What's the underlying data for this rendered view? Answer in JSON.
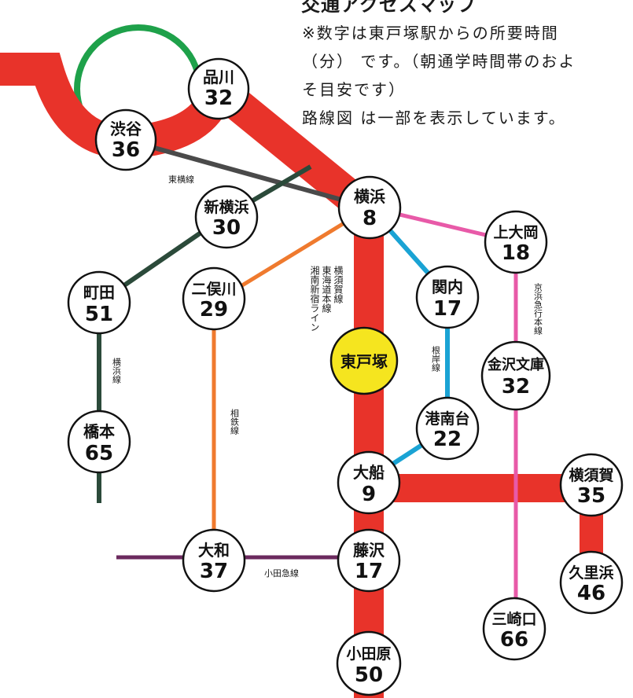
{
  "header": {
    "title": "交通アクセスマップ",
    "note_lines": [
      "※数字は東戸塚駅からの所要時間",
      "（分） です。（朝通学時間帯のおよ",
      "そ目安です）",
      "路線図 は一部を表示しています。"
    ]
  },
  "colors": {
    "jr_main": "#e8332a",
    "yamanote": "#1ea14a",
    "toyoko": "#4a4a4a",
    "yokohama_line": "#2b4a3a",
    "sotetsu": "#ef7a2e",
    "negishi": "#1aa3d4",
    "keikyu": "#e85aa8",
    "odakyu": "#6b2a5e",
    "origin_fill": "#f5e51f"
  },
  "stations": {
    "shinagawa": {
      "name": "品川",
      "time": "32"
    },
    "shibuya": {
      "name": "渋谷",
      "time": "36"
    },
    "shin_yokohama": {
      "name": "新横浜",
      "time": "30"
    },
    "yokohama": {
      "name": "横浜",
      "time": "8"
    },
    "kami_ooka": {
      "name": "上大岡",
      "time": "18"
    },
    "machida": {
      "name": "町田",
      "time": "51"
    },
    "futamatagawa": {
      "name": "二俣川",
      "time": "29"
    },
    "kannai": {
      "name": "関内",
      "time": "17"
    },
    "higashi_totsuka": {
      "name": "東戸塚",
      "time": ""
    },
    "kanazawa_bunko": {
      "name": "金沢文庫",
      "time": "32"
    },
    "hashimoto": {
      "name": "橋本",
      "time": "65"
    },
    "konandai": {
      "name": "港南台",
      "time": "22"
    },
    "ofuna": {
      "name": "大船",
      "time": "9"
    },
    "yokosuka": {
      "name": "横須賀",
      "time": "35"
    },
    "yamato": {
      "name": "大和",
      "time": "37"
    },
    "fujisawa": {
      "name": "藤沢",
      "time": "17"
    },
    "kurihama": {
      "name": "久里浜",
      "time": "46"
    },
    "misakiguchi": {
      "name": "三崎口",
      "time": "66"
    },
    "odawara": {
      "name": "小田原",
      "time": "50"
    }
  },
  "line_labels": {
    "toyoko": "東横線",
    "yokosuka_tokaido_shonan": [
      "横須賀線",
      "東海道本線",
      "湘南新宿ライン"
    ],
    "keikyu": "京浜急行本線",
    "yokohama_line": "横浜線",
    "sotetsu": "相鉄線",
    "negishi": "根岸線",
    "odakyu": "小田急線"
  }
}
